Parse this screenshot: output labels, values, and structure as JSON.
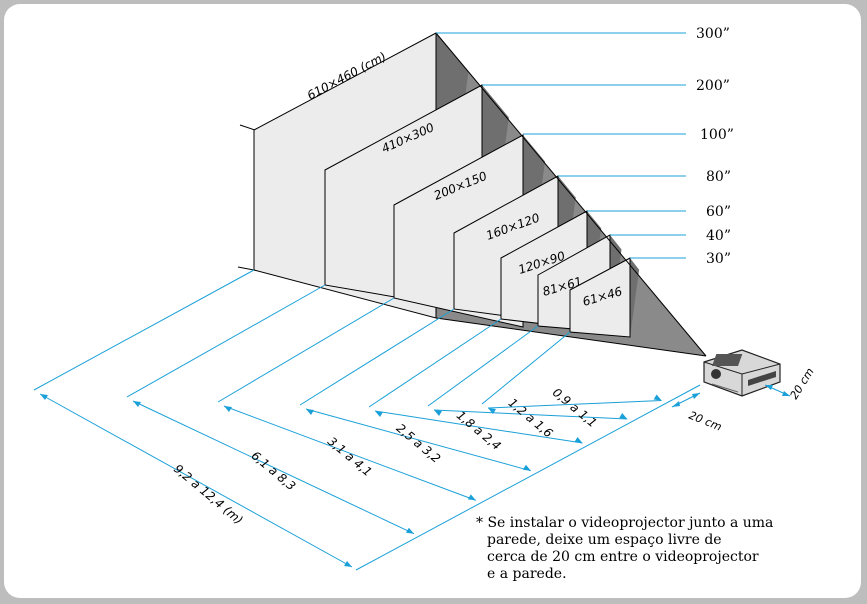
{
  "colors": {
    "accent": "#1aa0d8",
    "screen_fill": "#ececec",
    "shade": "#8a8a8a",
    "frame": "#bdbdbd"
  },
  "screens": [
    {
      "size": "300”",
      "dims": "610×460 (cm)",
      "distance": "9,2 a 12,4 (m)"
    },
    {
      "size": "200”",
      "dims": "410×300",
      "distance": "6,1 a 8,3"
    },
    {
      "size": "100”",
      "dims": "200×150",
      "distance": "3,1 a 4,1"
    },
    {
      "size": "80”",
      "dims": "160×120",
      "distance": "2,5 a 3,2"
    },
    {
      "size": "60”",
      "dims": "120×90",
      "distance": "1,8 a 2,4"
    },
    {
      "size": "40”",
      "dims": "81×61",
      "distance": "1,2 a 1,6"
    },
    {
      "size": "30”",
      "dims": "61×46",
      "distance": "0,9 a 1,1"
    }
  ],
  "wall_gap_front": "20 cm",
  "wall_gap_side": "20 cm",
  "icons": {
    "projector": "projector-icon"
  },
  "note": {
    "line1": "* Se instalar o videoprojector junto a uma",
    "line2": "parede, deixe um espaço livre de",
    "line3": "cerca de 20 cm entre o videoprojector",
    "line4": "e a parede."
  }
}
